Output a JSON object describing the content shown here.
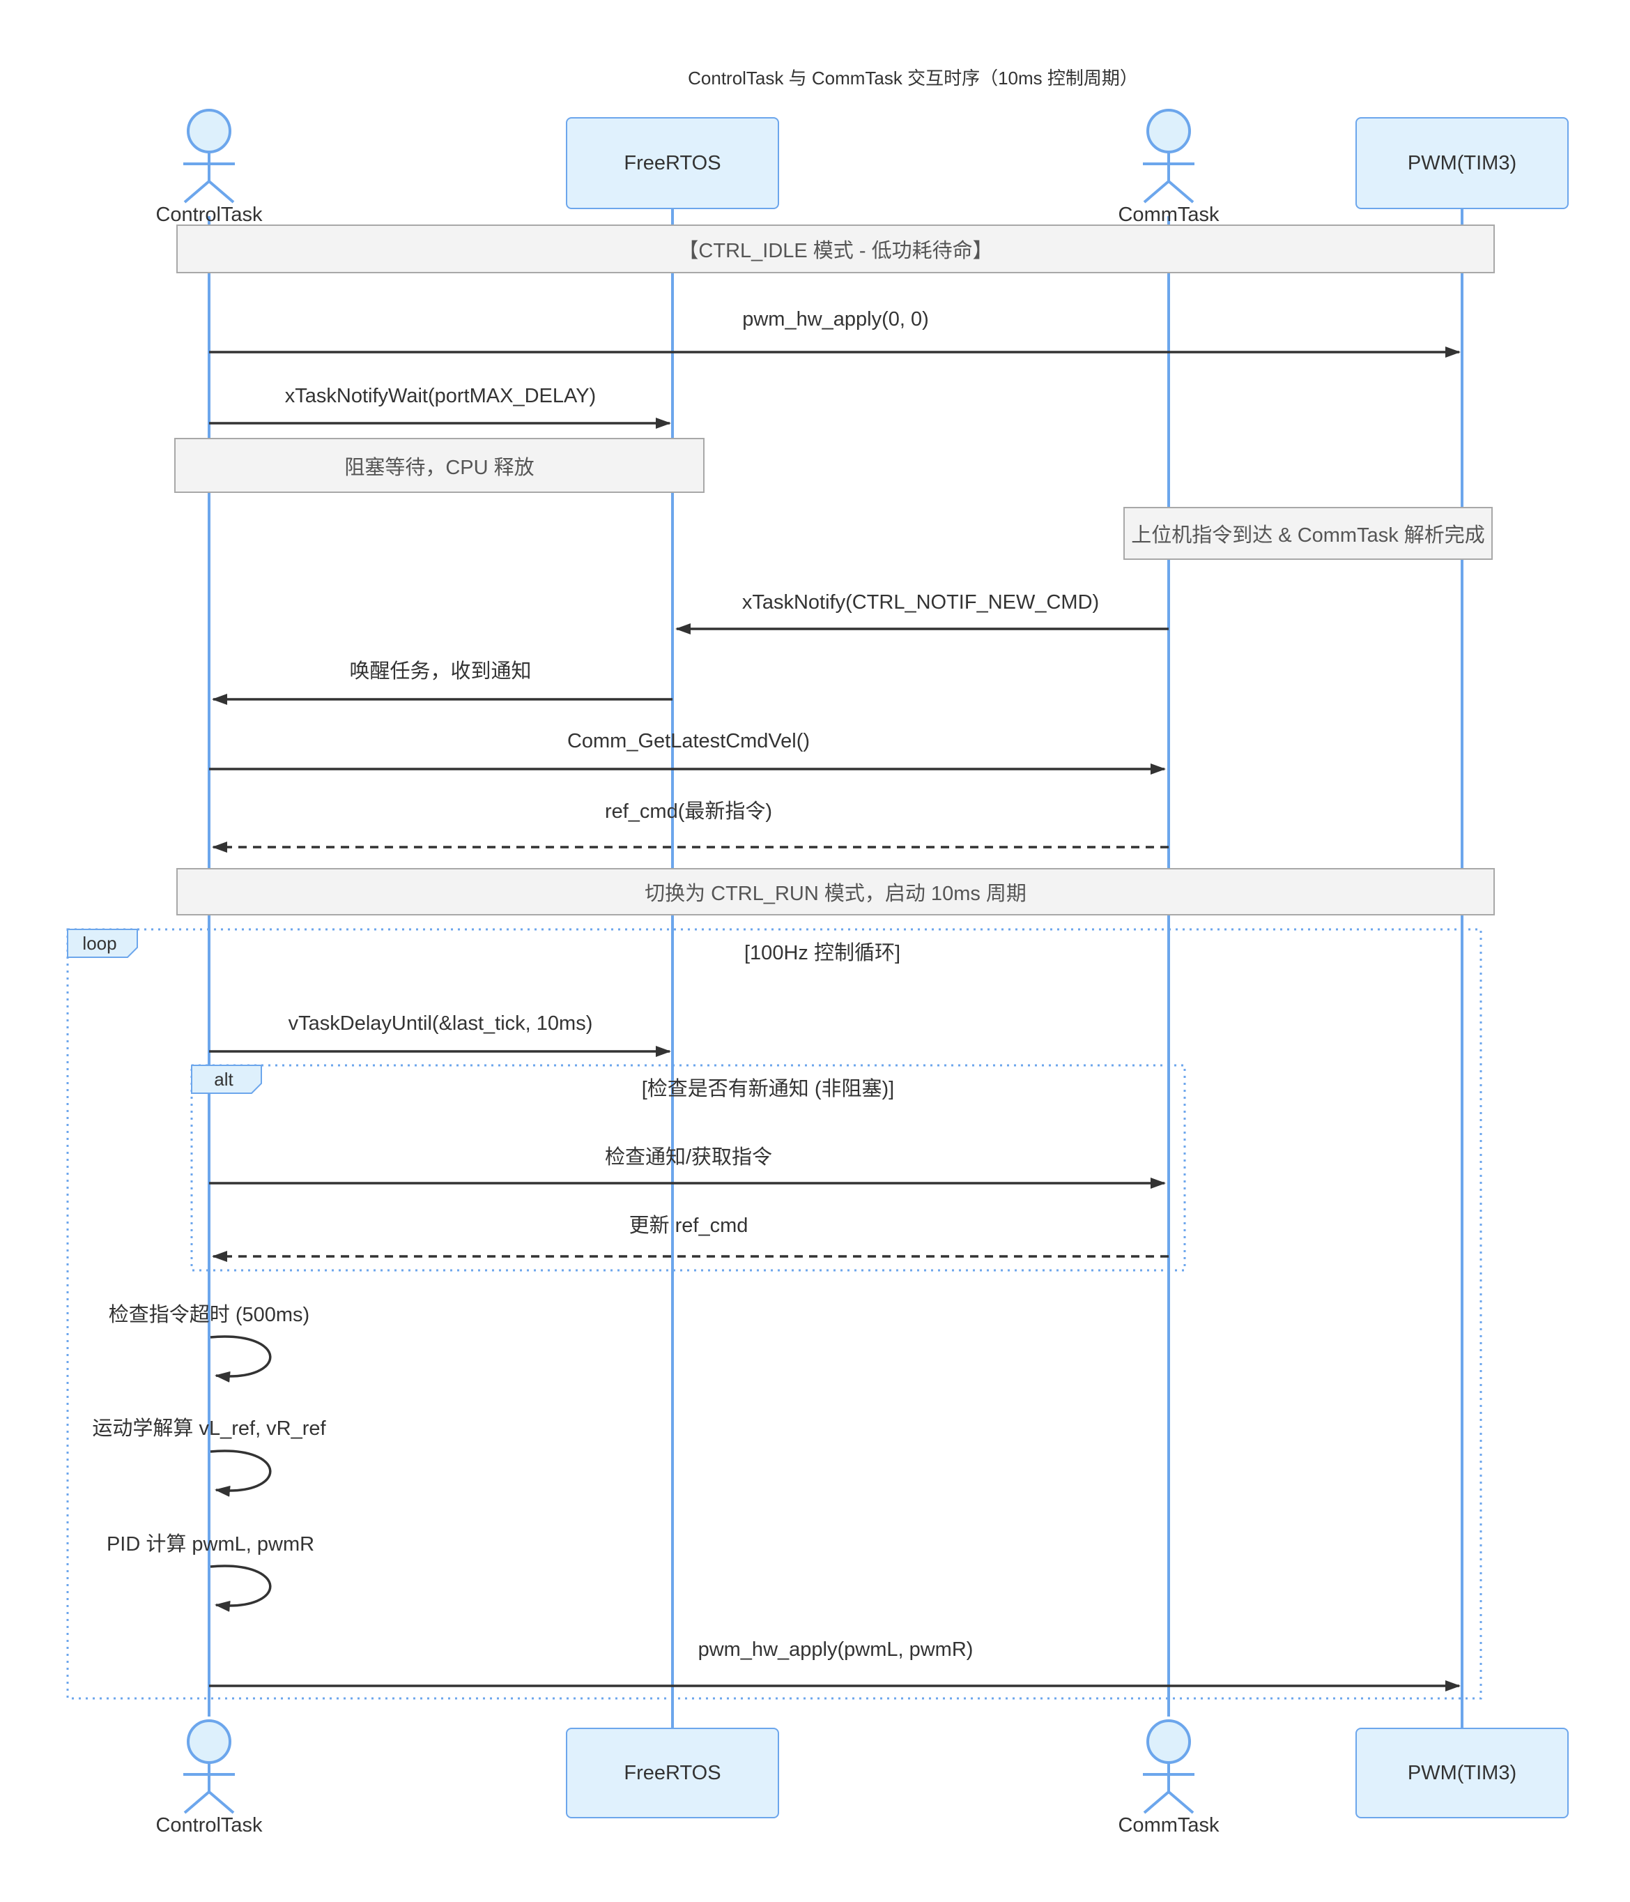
{
  "title": "ControlTask 与 CommTask 交互时序（10ms 控制周期）",
  "participants": [
    {
      "name": "ControlTask",
      "type": "actor"
    },
    {
      "name": "FreeRTOS",
      "type": "participant"
    },
    {
      "name": "CommTask",
      "type": "actor"
    },
    {
      "name": "PWM(TIM3)",
      "type": "participant"
    }
  ],
  "notes": {
    "idle_mode_banner": "【CTRL_IDLE 模式 - 低功耗待命】",
    "blocking_wait": "阻塞等待，CPU 释放",
    "host_command_arrival": "上位机指令到达 & CommTask 解析完成",
    "run_mode_banner": "切换为 CTRL_RUN 模式，启动 10ms 周期"
  },
  "messages": {
    "pwm_apply_zero": "pwm_hw_apply(0, 0)",
    "task_notify_wait": "xTaskNotifyWait(portMAX_DELAY)",
    "task_notify_new_cmd": "xTaskNotify(CTRL_NOTIF_NEW_CMD)",
    "wake_up": "唤醒任务，收到通知",
    "get_latest_cmd": "Comm_GetLatestCmdVel()",
    "ref_cmd_return": "ref_cmd(最新指令)",
    "delay_until": "vTaskDelayUntil(&last_tick, 10ms)",
    "check_notify": "检查通知/获取指令",
    "update_ref_cmd": "更新 ref_cmd",
    "check_timeout": "检查指令超时 (500ms)",
    "kinematics": "运动学解算 vL_ref, vR_ref",
    "pid_compute": "PID 计算 pwmL, pwmR",
    "pwm_apply_run": "pwm_hw_apply(pwmL, pwmR)"
  },
  "frames": {
    "loop": {
      "label": "loop",
      "condition": "[100Hz 控制循环]"
    },
    "alt": {
      "label": "alt",
      "condition": "[检查是否有新通知 (非阻塞)]"
    }
  },
  "colors": {
    "participant_fill": "#E0F1FD",
    "participant_border": "#6CA6EC",
    "lifeline": "#6CA6EC",
    "frame_border": "#6CA6EC",
    "note_fill": "#F3F3F3",
    "note_border": "#A8A8A8",
    "note_text": "#555555",
    "message_text": "#333333",
    "arrow": "#333333"
  }
}
